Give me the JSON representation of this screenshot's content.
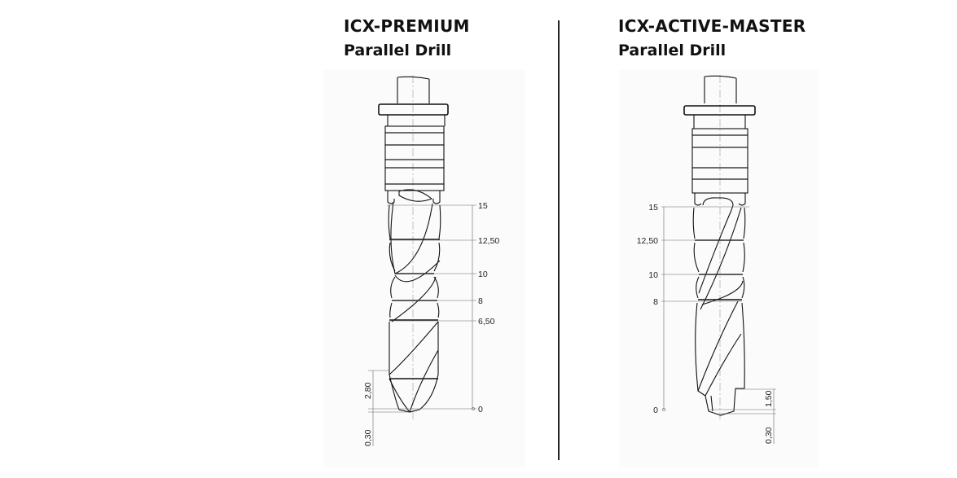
{
  "left": {
    "name": "ICX-PREMIUM",
    "subtitle": "Parallel Drill",
    "dimensions": [
      "15",
      "12,50",
      "10",
      "8",
      "6,50",
      "0"
    ],
    "tip_dimensions": [
      "2,80",
      "0,30"
    ]
  },
  "right": {
    "name": "ICX-ACTIVE-MASTER",
    "subtitle": "Parallel Drill",
    "dimensions": [
      "15",
      "12,50",
      "10",
      "8",
      "0"
    ],
    "tip_dimensions": [
      "1,50",
      "0,30"
    ]
  }
}
